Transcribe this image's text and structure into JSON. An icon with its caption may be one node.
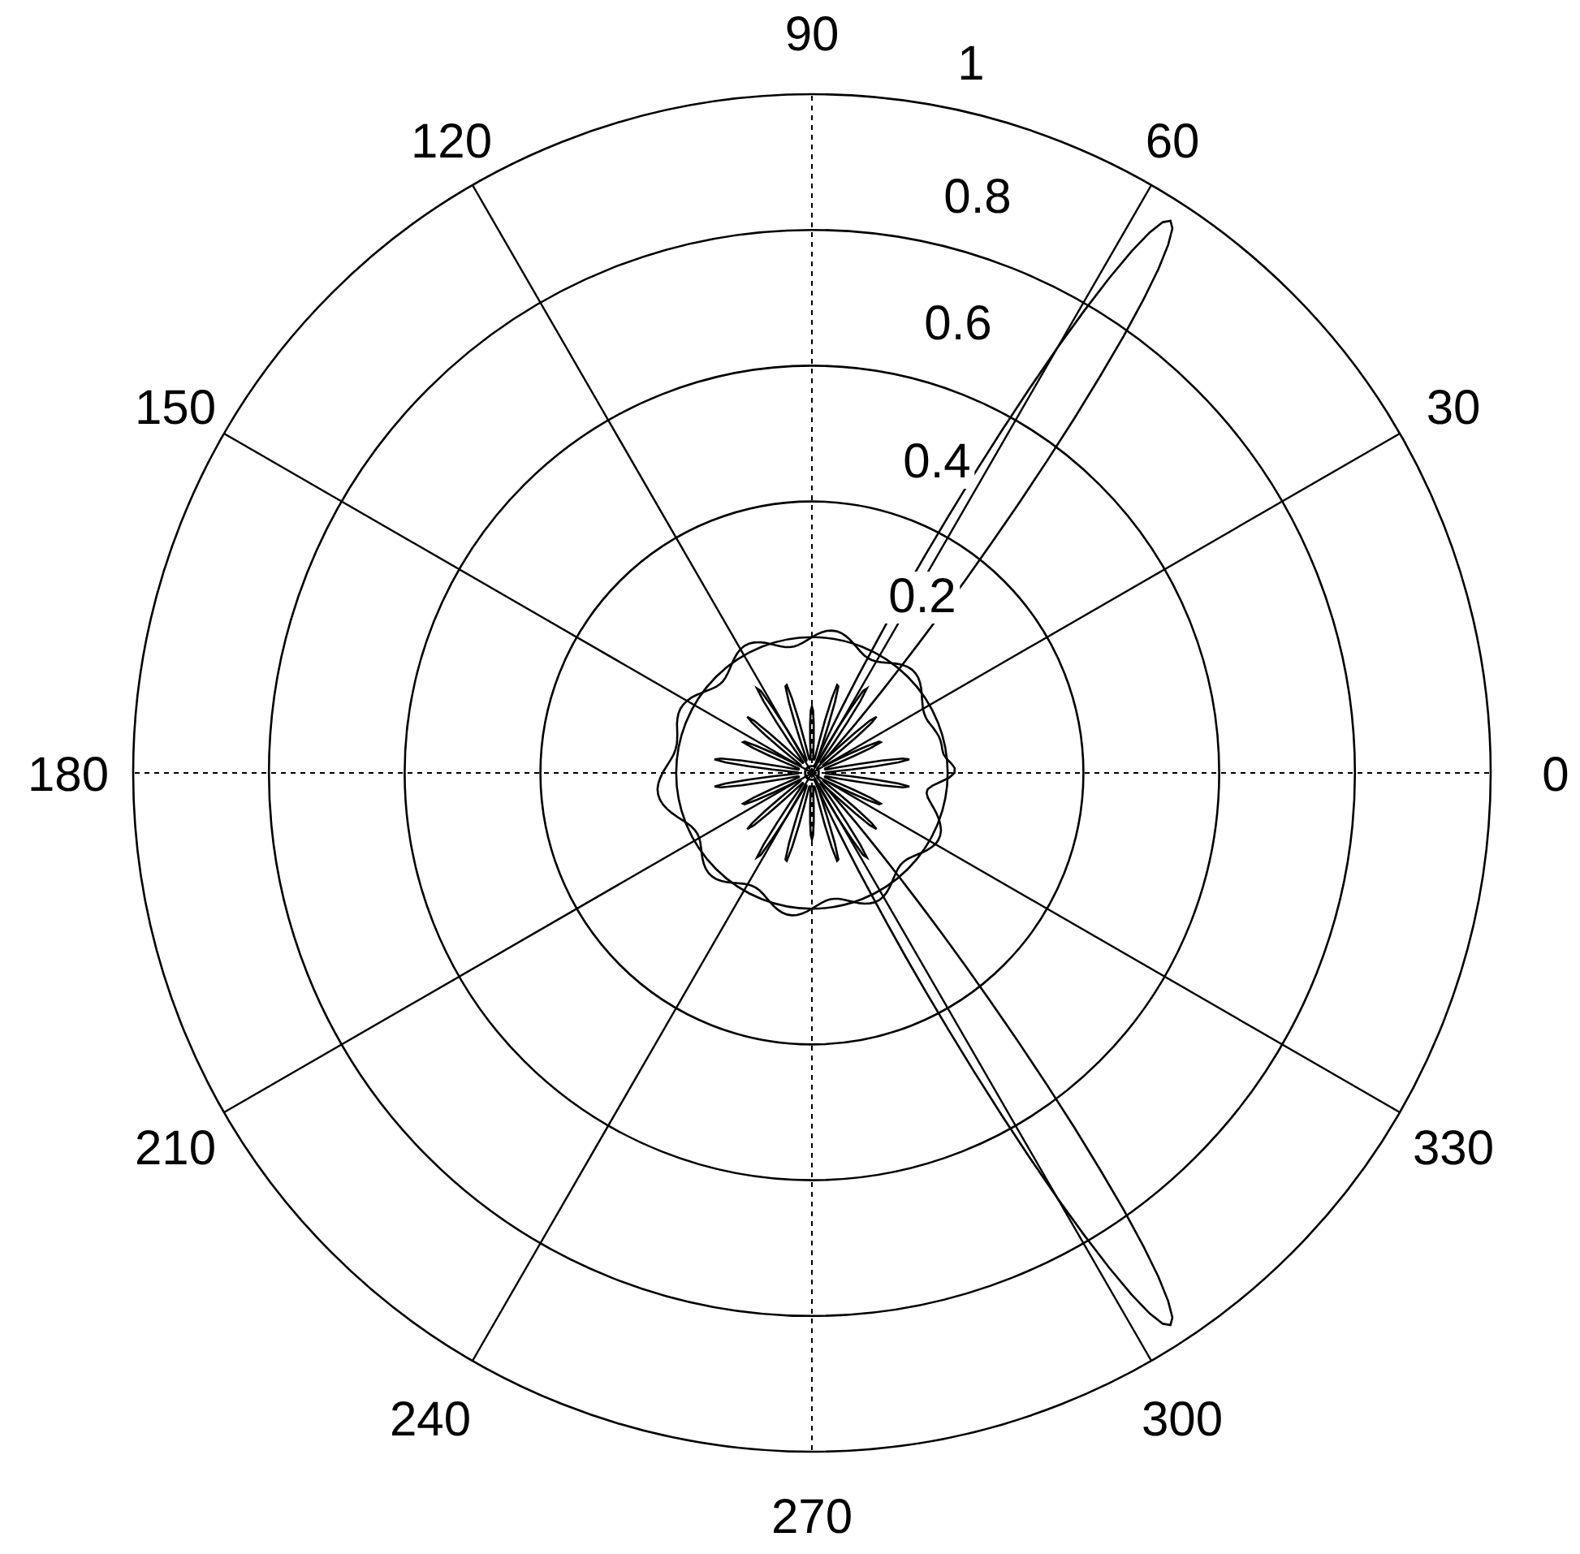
{
  "diagram": {
    "labels": [
      "90",
      "1",
      "120",
      "60",
      "0.8",
      "0.6",
      "150",
      "30",
      "0.4",
      "0.2",
      "180",
      "0",
      "210",
      "330",
      "240",
      "300",
      "270"
    ]
  }
}
